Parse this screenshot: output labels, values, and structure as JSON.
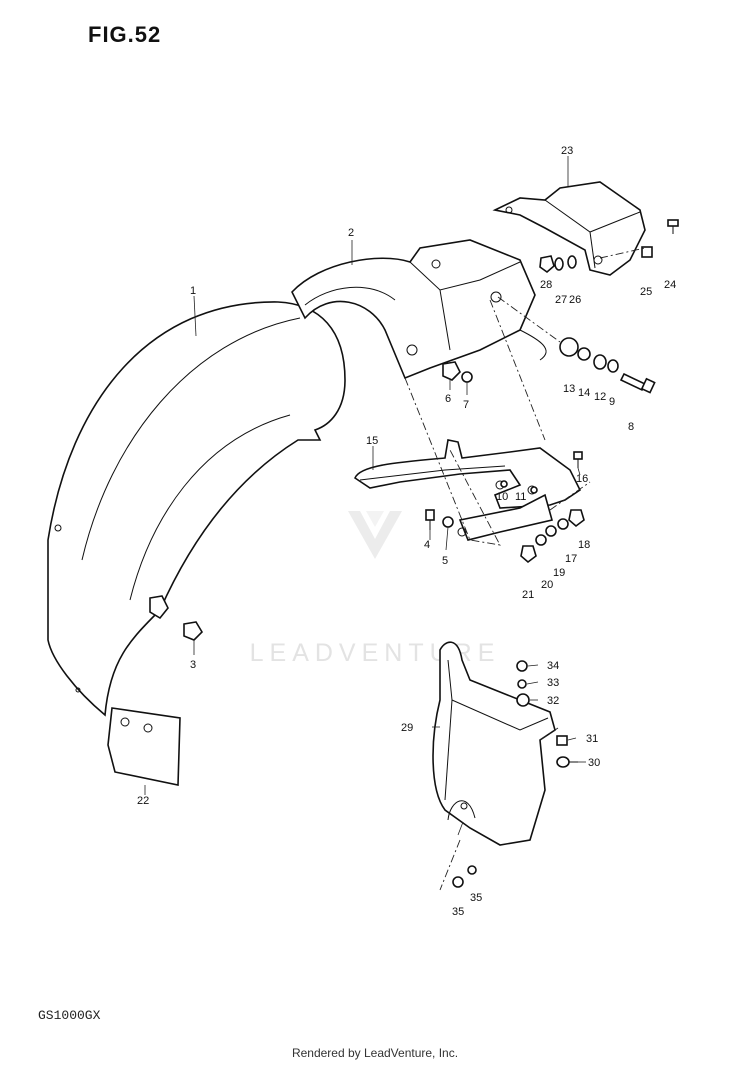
{
  "figure": {
    "title": "FIG.52"
  },
  "footer": {
    "model": "GS1000GX",
    "credit": "Rendered by LeadVenture, Inc."
  },
  "watermark": {
    "text": "LEADVENTURE"
  },
  "callouts": {
    "c1": "1",
    "c2": "2",
    "c3": "3",
    "c4": "4",
    "c5": "5",
    "c6": "6",
    "c7": "7",
    "c8": "8",
    "c9": "9",
    "c10": "10",
    "c11": "11",
    "c12": "12",
    "c13": "13",
    "c14": "14",
    "c15": "15",
    "c16": "16",
    "c17": "17",
    "c18": "18",
    "c19": "19",
    "c20": "20",
    "c21": "21",
    "c22": "22",
    "c23": "23",
    "c24": "24",
    "c25": "25",
    "c26": "26",
    "c27": "27",
    "c28": "28",
    "c29": "29",
    "c30": "30",
    "c31": "31",
    "c32": "32",
    "c33": "33",
    "c34": "34",
    "c35a": "35",
    "c35b": "35"
  }
}
